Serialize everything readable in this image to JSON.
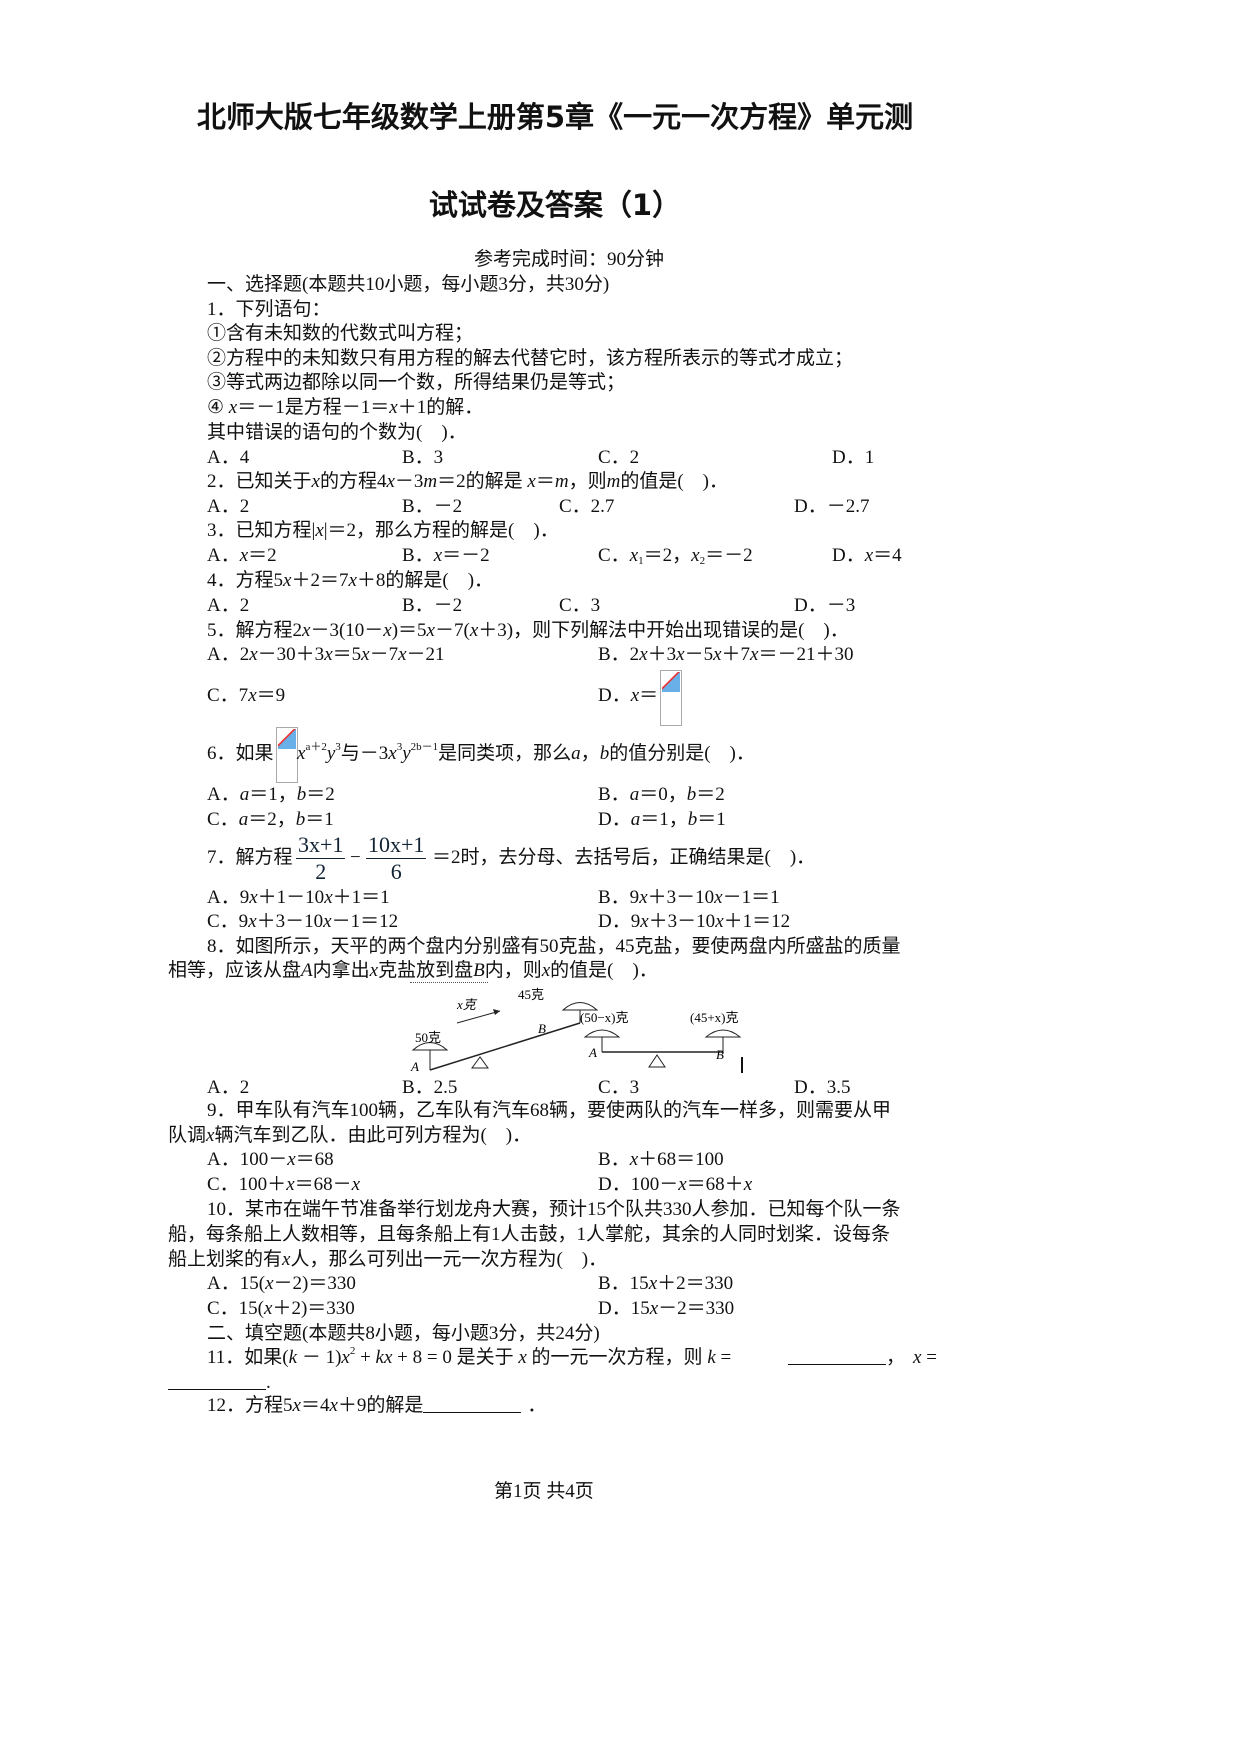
{
  "title": {
    "line1": "北师大版七年级数学上册第5章《一元一次方程》单元测",
    "line2": "试试卷及答案（1）"
  },
  "time": "参考完成时间：90分钟",
  "section1": "一、选择题(本题共10小题，每小题3分，共30分)",
  "q1": {
    "stem": "1．下列语句：",
    "s1": "①含有未知数的代数式叫方程；",
    "s2": "②方程中的未知数只有用方程的解去代替它时，该方程所表示的等式才成立；",
    "s3": "③等式两边都除以同一个数，所得结果仍是等式；",
    "s4": [
      [
        "④ "
      ],
      [
        "x",
        "i"
      ],
      [
        "＝－1是方程－1＝"
      ],
      [
        "x",
        "i"
      ],
      [
        "＋1的解．"
      ]
    ],
    "ask": "其中错误的语句的个数为(　)．",
    "A": "A．4",
    "B": "B．3",
    "C": "C．2",
    "D": "D．1"
  },
  "q2": {
    "stem": [
      [
        "2．已知关于"
      ],
      [
        "x",
        "i"
      ],
      [
        "的方程4"
      ],
      [
        "x",
        "i"
      ],
      [
        "－3"
      ],
      [
        "m",
        "i"
      ],
      [
        "＝2的解是 "
      ],
      [
        "x",
        "i"
      ],
      [
        "＝"
      ],
      [
        "m",
        "i"
      ],
      [
        "，则"
      ],
      [
        "m",
        "i"
      ],
      [
        "的值是(　)．"
      ]
    ],
    "A": "A．2",
    "B": "B．－2",
    "C": "C．2.7",
    "D": "D．－2.7"
  },
  "q3": {
    "stem": [
      [
        "3．已知方程|"
      ],
      [
        "x",
        "i"
      ],
      [
        "|＝2，那么方程的解是(　)．"
      ]
    ],
    "A": [
      [
        "A．"
      ],
      [
        "x",
        "i"
      ],
      [
        "＝2"
      ]
    ],
    "B": [
      [
        "B．"
      ],
      [
        "x",
        "i"
      ],
      [
        "＝－2"
      ]
    ],
    "C": [
      [
        "C．"
      ],
      [
        "x",
        "i"
      ],
      [
        "1",
        "sub"
      ],
      [
        "＝2，"
      ],
      [
        "x",
        "i"
      ],
      [
        "2",
        "sub"
      ],
      [
        "＝－2"
      ]
    ],
    "D": [
      [
        "D．"
      ],
      [
        "x",
        "i"
      ],
      [
        "＝4"
      ]
    ]
  },
  "q4": {
    "stem": [
      [
        "4．方程5"
      ],
      [
        "x",
        "i"
      ],
      [
        "＋2＝7"
      ],
      [
        "x",
        "i"
      ],
      [
        "＋8的解是(　)．"
      ]
    ],
    "A": "A．2",
    "B": "B．－2",
    "C": "C．3",
    "D": "D．－3"
  },
  "q5": {
    "stem": [
      [
        "5．解方程2"
      ],
      [
        "x",
        "i"
      ],
      [
        "－3(10－"
      ],
      [
        "x",
        "i"
      ],
      [
        ")＝5"
      ],
      [
        "x",
        "i"
      ],
      [
        "－7("
      ],
      [
        "x",
        "i"
      ],
      [
        "＋3)，则下列解法中开始出现错误的是(　)．"
      ]
    ],
    "A": [
      [
        "A．2"
      ],
      [
        "x",
        "i"
      ],
      [
        "－30＋3"
      ],
      [
        "x",
        "i"
      ],
      [
        "＝5"
      ],
      [
        "x",
        "i"
      ],
      [
        "－7"
      ],
      [
        "x",
        "i"
      ],
      [
        "－21"
      ]
    ],
    "B": [
      [
        "B．2"
      ],
      [
        "x",
        "i"
      ],
      [
        "＋3"
      ],
      [
        "x",
        "i"
      ],
      [
        "－5"
      ],
      [
        "x",
        "i"
      ],
      [
        "＋7"
      ],
      [
        "x",
        "i"
      ],
      [
        "＝－21＋30"
      ]
    ],
    "C": [
      [
        "C．7"
      ],
      [
        "x",
        "i"
      ],
      [
        "＝9"
      ]
    ],
    "D": [
      [
        "D．"
      ],
      [
        "x",
        "i"
      ],
      [
        "＝"
      ]
    ]
  },
  "q6": {
    "pre": "6．如果",
    "stem": [
      [
        "x",
        "i"
      ],
      [
        "a",
        "sup"
      ],
      [
        "＋2",
        "sup"
      ],
      [
        "y",
        "i"
      ],
      [
        "3",
        "sup"
      ],
      [
        "与－3"
      ],
      [
        "x",
        "i"
      ],
      [
        "3",
        "sup"
      ],
      [
        "y",
        "i"
      ],
      [
        "2b－1",
        "sup"
      ],
      [
        "是同类项，那么"
      ],
      [
        "a",
        "i"
      ],
      [
        "，"
      ],
      [
        "b",
        "i"
      ],
      [
        "的值分别是(　)．"
      ]
    ],
    "A": [
      [
        "A．"
      ],
      [
        "a",
        "i"
      ],
      [
        "＝1，"
      ],
      [
        "b",
        "i"
      ],
      [
        "＝2"
      ]
    ],
    "B": [
      [
        "B．"
      ],
      [
        "a",
        "i"
      ],
      [
        "＝0，"
      ],
      [
        "b",
        "i"
      ],
      [
        "＝2"
      ]
    ],
    "C": [
      [
        "C．"
      ],
      [
        "a",
        "i"
      ],
      [
        "＝2，"
      ],
      [
        "b",
        "i"
      ],
      [
        "＝1"
      ]
    ],
    "D": [
      [
        "D．"
      ],
      [
        "a",
        "i"
      ],
      [
        "＝1，"
      ],
      [
        "b",
        "i"
      ],
      [
        "＝1"
      ]
    ]
  },
  "q7": {
    "pre": "7．解方程",
    "f1n": "3x+1",
    "f1d": "2",
    "minus": "−",
    "f2n": "10x+1",
    "f2d": "6",
    "post": "＝2时，去分母、去括号后，正确结果是(　)．",
    "A": [
      [
        "A．9"
      ],
      [
        "x",
        "i"
      ],
      [
        "＋1－10"
      ],
      [
        "x",
        "i"
      ],
      [
        "＋1＝1"
      ]
    ],
    "B": [
      [
        "B．9"
      ],
      [
        "x",
        "i"
      ],
      [
        "＋3－10"
      ],
      [
        "x",
        "i"
      ],
      [
        "－1＝1"
      ]
    ],
    "C": [
      [
        "C．9"
      ],
      [
        "x",
        "i"
      ],
      [
        "＋3－10"
      ],
      [
        "x",
        "i"
      ],
      [
        "－1＝12"
      ]
    ],
    "D": [
      [
        "D．9"
      ],
      [
        "x",
        "i"
      ],
      [
        "＋3－10"
      ],
      [
        "x",
        "i"
      ],
      [
        "＋1＝12"
      ]
    ]
  },
  "q8": {
    "l1": "8．如图所示，天平的两个盘内分别盛有50克盐，45克盐，要使两盘内所盛盐的质量",
    "l2": [
      [
        "相等，应该从盘"
      ],
      [
        "A",
        "i"
      ],
      [
        "内拿出"
      ],
      [
        "x",
        "i"
      ],
      [
        "克盐放到盘"
      ],
      [
        "B",
        "i"
      ],
      [
        "内，则"
      ],
      [
        "x",
        "i"
      ],
      [
        "的值是(　)．"
      ]
    ],
    "fig": {
      "left_a": "50克",
      "left_b": "45克",
      "arrow": "x克",
      "right_a": "(50−x)克",
      "right_b": "(45+x)克",
      "A": "A",
      "B": "B"
    },
    "A": "A．2",
    "B": "B．2.5",
    "C": "C．3",
    "D": "D．3.5"
  },
  "q9": {
    "l1": "9．甲车队有汽车100辆，乙车队有汽车68辆，要使两队的汽车一样多，则需要从甲",
    "l2": [
      [
        "队调"
      ],
      [
        "x",
        "i"
      ],
      [
        "辆汽车到乙队．由此可列方程为(　)．"
      ]
    ],
    "A": [
      [
        "A．100－"
      ],
      [
        "x",
        "i"
      ],
      [
        "＝68"
      ]
    ],
    "B": [
      [
        "B．"
      ],
      [
        "x",
        "i"
      ],
      [
        "＋68＝100"
      ]
    ],
    "C": [
      [
        "C．100＋"
      ],
      [
        "x",
        "i"
      ],
      [
        "＝68－"
      ],
      [
        "x",
        "i"
      ]
    ],
    "D": [
      [
        "D．100－"
      ],
      [
        "x",
        "i"
      ],
      [
        "＝68＋"
      ],
      [
        "x",
        "i"
      ]
    ]
  },
  "q10": {
    "l1": "10．某市在端午节准备举行划龙舟大赛，预计15个队共330人参加．已知每个队一条",
    "l2": "船，每条船上人数相等，且每条船上有1人击鼓，1人掌舵，其余的人同时划桨．设每条",
    "l3": [
      [
        "船上划桨的有"
      ],
      [
        "x",
        "i"
      ],
      [
        "人，那么可列出一元一次方程为(　)．"
      ]
    ],
    "A": [
      [
        "A．15("
      ],
      [
        "x",
        "i"
      ],
      [
        "－2)＝330"
      ]
    ],
    "B": [
      [
        "B．15"
      ],
      [
        "x",
        "i"
      ],
      [
        "＋2＝330"
      ]
    ],
    "C": [
      [
        "C．15("
      ],
      [
        "x",
        "i"
      ],
      [
        "＋2)＝330"
      ]
    ],
    "D": [
      [
        "D．15"
      ],
      [
        "x",
        "i"
      ],
      [
        "－2＝330"
      ]
    ]
  },
  "section2": "二、填空题(本题共8小题，每小题3分，共24分)",
  "q11": {
    "l1": [
      [
        "11．如果("
      ],
      [
        "k",
        "i"
      ],
      [
        " － 1)"
      ],
      [
        "x",
        "i"
      ],
      [
        "2",
        "sup"
      ],
      [
        " + "
      ],
      [
        "kx",
        "i"
      ],
      [
        " + 8 = 0 是关于 "
      ],
      [
        "x",
        "i"
      ],
      [
        " 的一元一次方程，则 "
      ],
      [
        "k",
        "i"
      ],
      [
        " = "
      ]
    ],
    "mid": "，",
    "x": "x",
    "eq": " =",
    "end": "."
  },
  "q12": {
    "pre": [
      [
        "12．方程5"
      ],
      [
        "x",
        "i"
      ],
      [
        "＝4"
      ],
      [
        "x",
        "i"
      ],
      [
        "＋9的解是"
      ]
    ],
    "end": "．"
  },
  "footer": "第1页 共4页"
}
